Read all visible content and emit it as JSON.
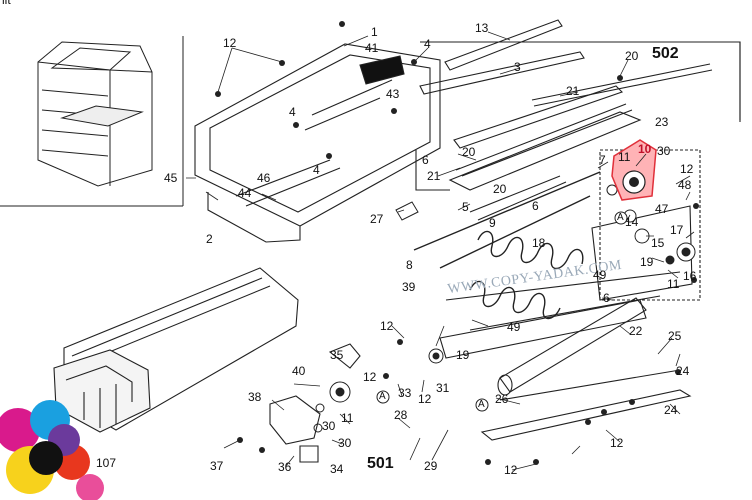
{
  "corner_text": "iit",
  "watermark": "WWW.COPY-YADAK.COM",
  "badge_code": "107",
  "unit_502": "502",
  "unit_501": "501",
  "callouts": {
    "c1": "1",
    "c2": "2",
    "c3": "3",
    "c4a": "4",
    "c4b": "4",
    "c4c": "4",
    "c5": "5",
    "c6a": "6",
    "c6b": "6",
    "c6c": "6",
    "c7": "7",
    "c8": "8",
    "c9": "9",
    "c10": "10",
    "c11a": "11",
    "c11b": "11",
    "c11c": "11",
    "c12a": "12",
    "c12b": "12",
    "c12c": "12",
    "c12d": "12",
    "c12e": "12",
    "c12f": "12",
    "c12g": "12",
    "c13": "13",
    "c14": "14",
    "c15": "15",
    "c16": "16",
    "c17": "17",
    "c18": "18",
    "c19a": "19",
    "c19b": "19",
    "c20a": "20",
    "c20b": "20",
    "c20c": "20",
    "c21a": "21",
    "c21b": "21",
    "c22": "22",
    "c23": "23",
    "c24a": "24",
    "c24b": "24",
    "c25": "25",
    "c26": "26",
    "c27": "27",
    "c28": "28",
    "c29": "29",
    "c30a": "30",
    "c30b": "30",
    "c30c": "30",
    "c31": "31",
    "c33": "33",
    "c34": "34",
    "c35": "35",
    "c36": "36",
    "c37": "37",
    "c38": "38",
    "c39": "39",
    "c40": "40",
    "c41": "41",
    "c43": "43",
    "c44": "44",
    "c45": "45",
    "c46": "46",
    "c47": "47",
    "c48": "48",
    "c49a": "49",
    "c49b": "49",
    "cA1": "A",
    "cA2": "A",
    "cA3": "A"
  },
  "colors": {
    "highlight": "#e0303a",
    "ink": "#111111",
    "watermark": "#9aa9b8"
  }
}
